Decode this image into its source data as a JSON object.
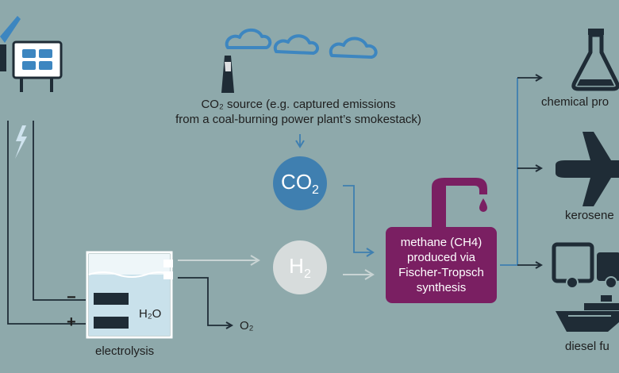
{
  "co2_source": {
    "line1": "CO₂ source (e.g. captured emissions",
    "line2": "from a coal-burning power plant’s smokestack)"
  },
  "bubbles": {
    "co2": {
      "main": "CO",
      "sub": "2"
    },
    "h2": {
      "main": "H",
      "sub": "2"
    }
  },
  "methane": {
    "line1": "methane (CH4)",
    "line2": "produced via",
    "line3": "Fischer-Tropsch",
    "line4": "synthesis"
  },
  "electrolysis": {
    "label": "electrolysis",
    "water": "H₂O",
    "minus": "−",
    "plus": "+"
  },
  "oxygen_label": "O₂",
  "products": {
    "chemical": "chemical pro",
    "kerosene": "kerosene",
    "diesel": "diesel fu"
  },
  "colors": {
    "background": "#8ea9ab",
    "co2_blue": "#3f7fb0",
    "h2_grey": "#d7dcdc",
    "methane_purple": "#7a1f62",
    "icon_dark": "#1f2c36",
    "cloud_blue": "#3d86c0"
  }
}
